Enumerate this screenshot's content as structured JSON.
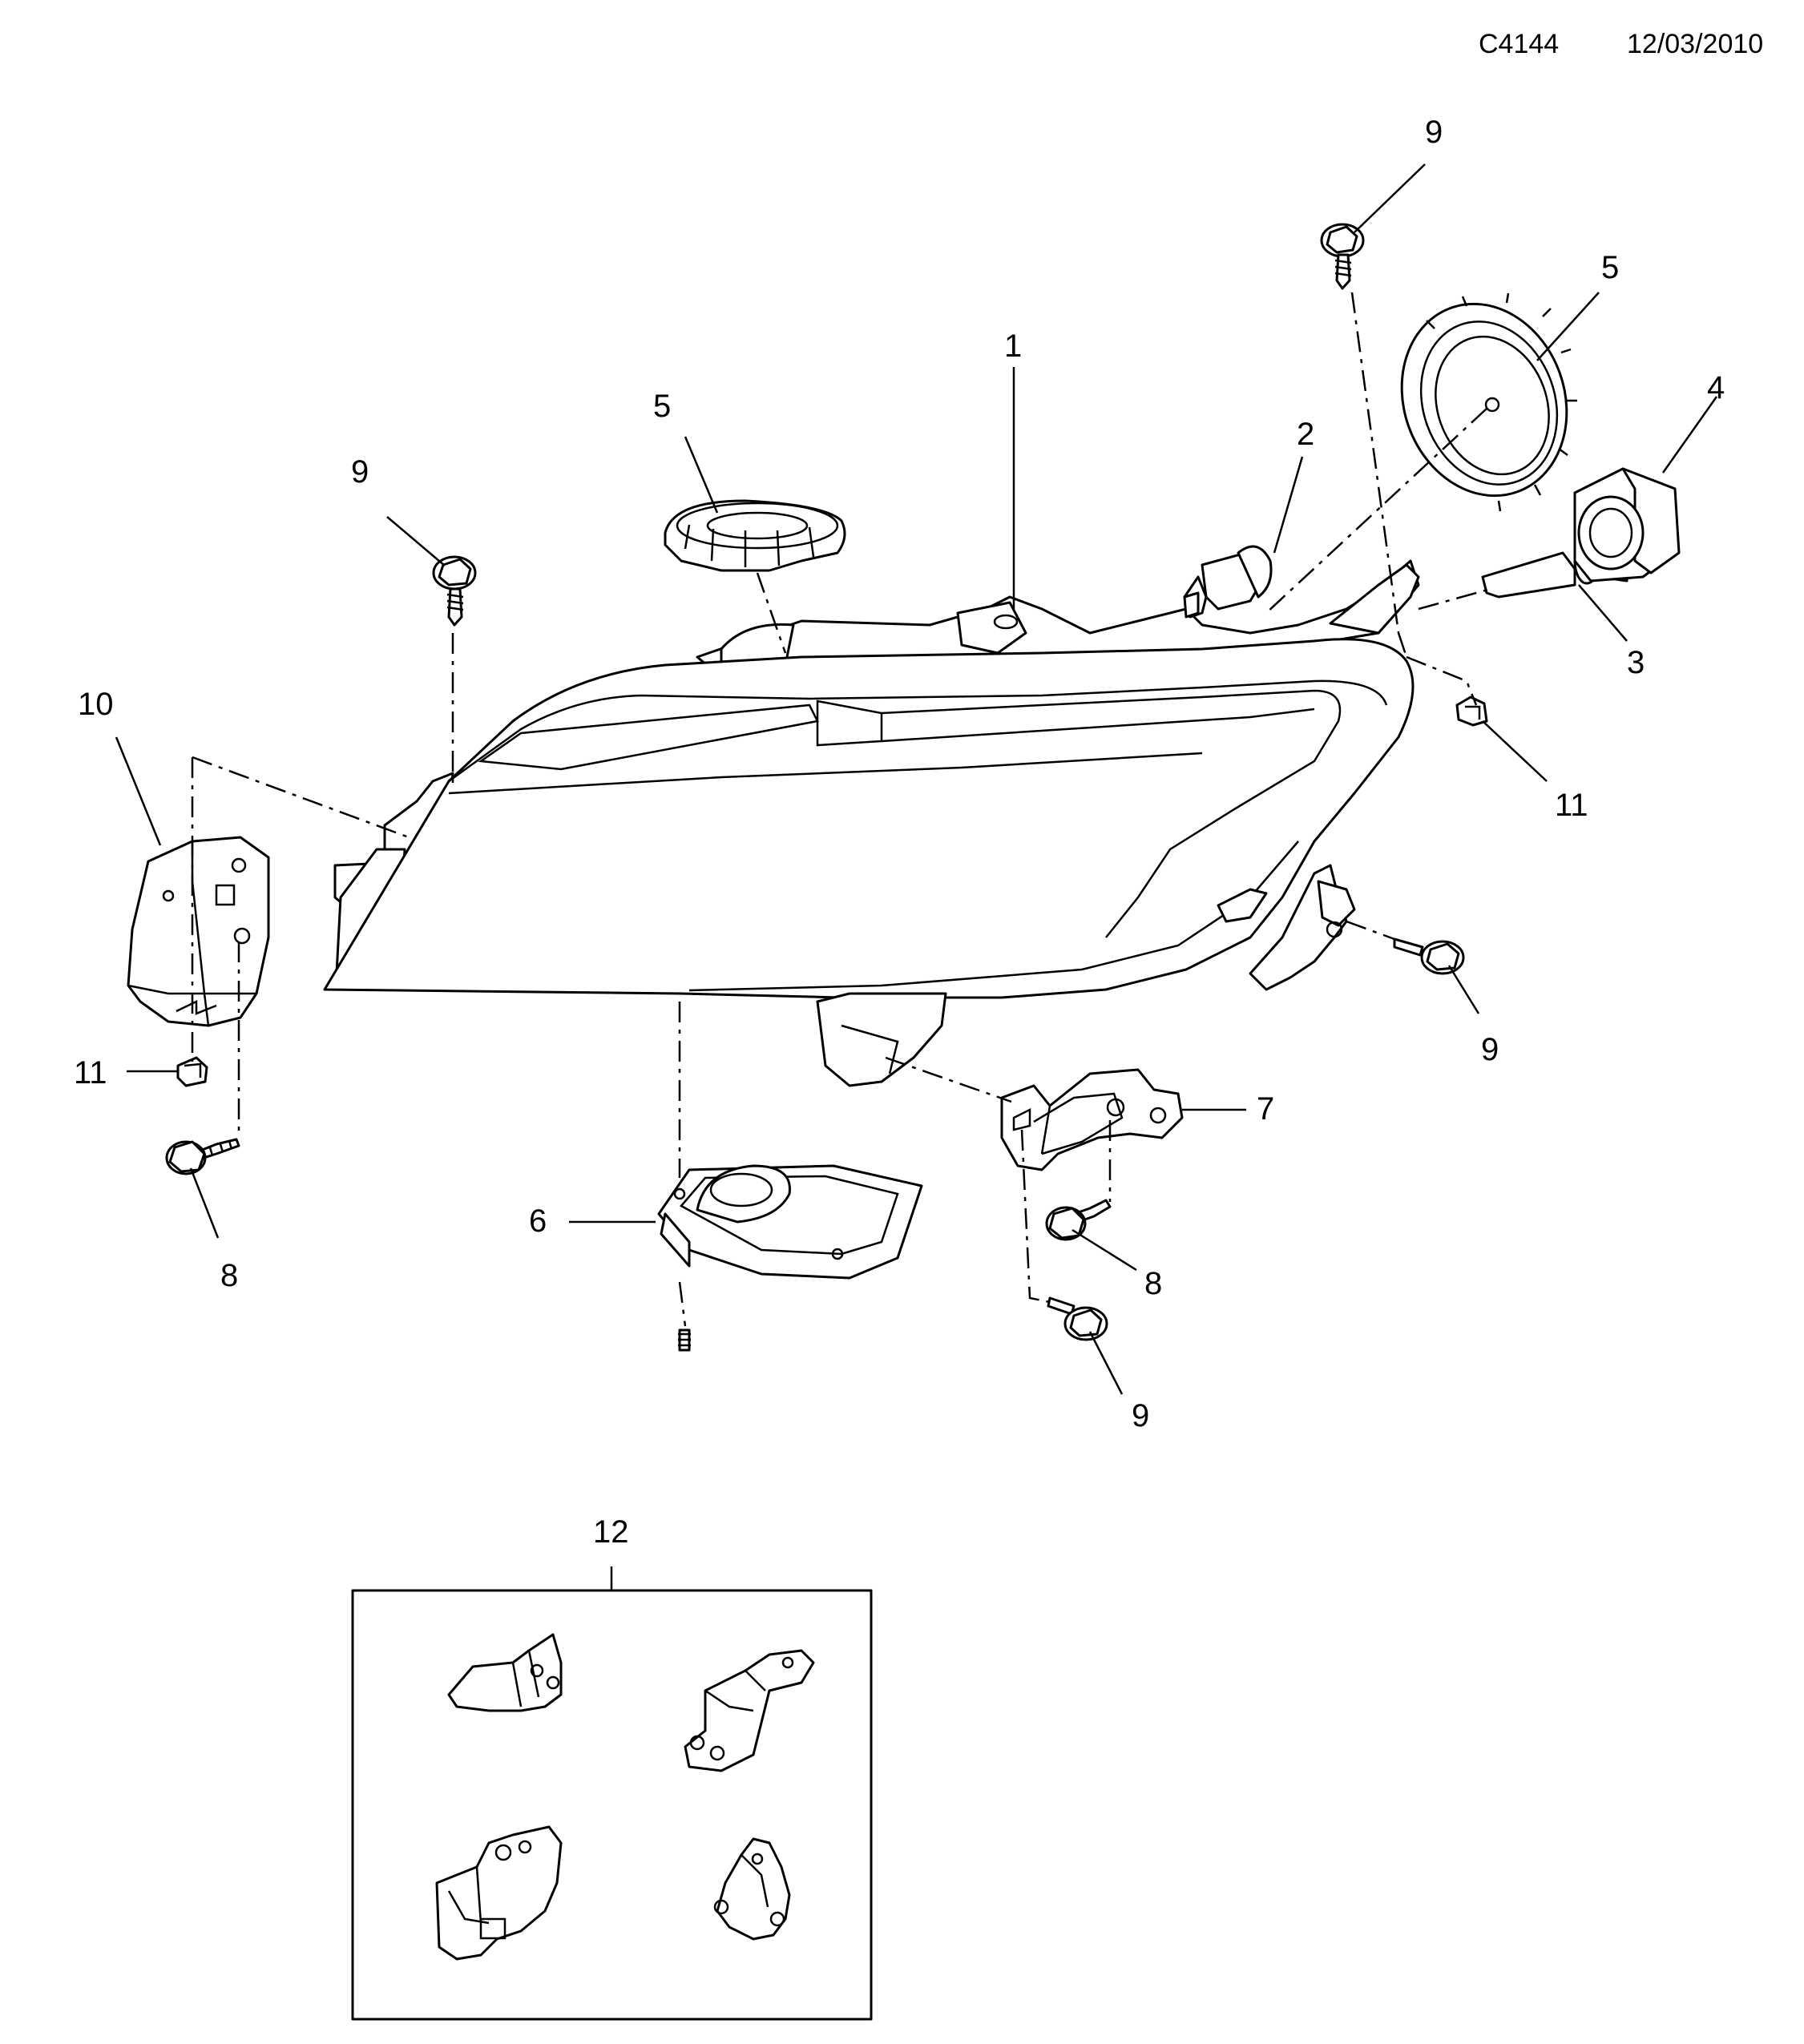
{
  "header": {
    "code": "C4144",
    "date": "12/03/2010"
  },
  "callouts": {
    "c1": "1",
    "c2": "2",
    "c3": "3",
    "c4": "4",
    "c5a": "5",
    "c5b": "5",
    "c6": "6",
    "c7": "7",
    "c8a": "8",
    "c8b": "8",
    "c9a": "9",
    "c9b": "9",
    "c9c": "9",
    "c9d": "9",
    "c10": "10",
    "c11a": "11",
    "c11b": "11",
    "c12": "12"
  }
}
